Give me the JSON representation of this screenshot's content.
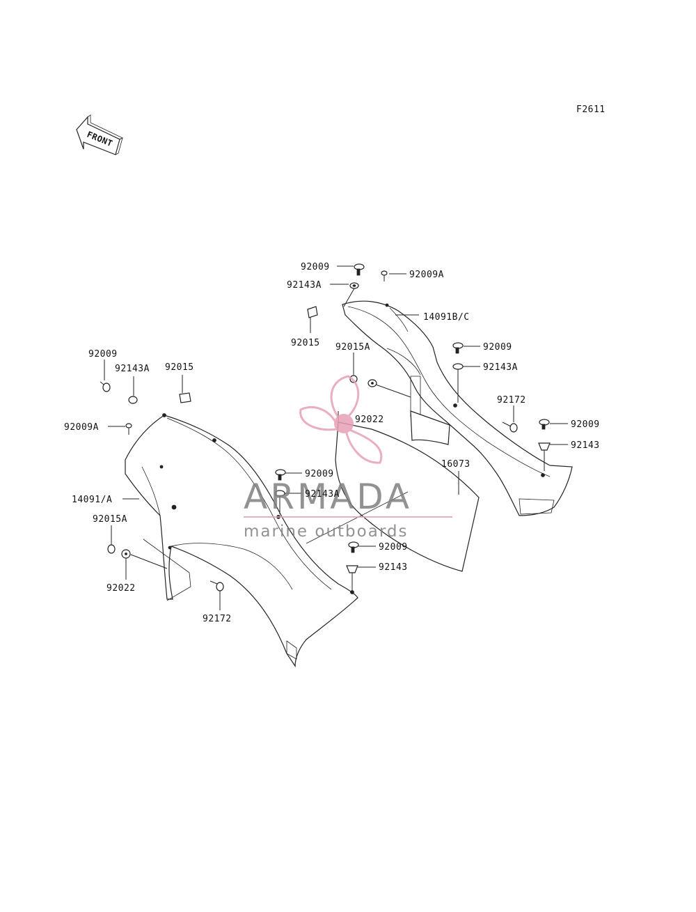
{
  "figure_code": "F2611",
  "front_arrow_text": "FRONT",
  "watermark": {
    "brand": "ARMADA",
    "tagline": "marine outboards",
    "pink": "#e7a1b6",
    "gray": "#808080"
  },
  "labels": {
    "r_92009_top": "92009",
    "r_92009A_top": "92009A",
    "r_92143A_top": "92143A",
    "r_92015": "92015",
    "r_14091BC": "14091B/C",
    "r_92009_mid": "92009",
    "r_92015A": "92015A",
    "r_92143A_mid": "92143A",
    "r_92172": "92172",
    "r_92022": "92022",
    "r_92009_low": "92009",
    "r_92143": "92143",
    "r_16073": "16073",
    "l_92009": "92009",
    "l_92143A": "92143A",
    "l_92015": "92015",
    "l_92009A": "92009A",
    "l_14091A": "14091/A",
    "l_92015A": "92015A",
    "l_92022": "92022",
    "l_92172": "92172",
    "c_92009": "92009",
    "c_92143A": "92143A",
    "c_92009_b": "92009",
    "c_92143": "92143"
  }
}
